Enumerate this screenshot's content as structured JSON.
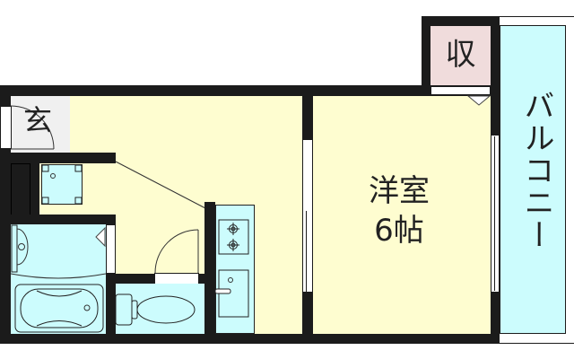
{
  "floorplan": {
    "rooms": {
      "western_room": {
        "label_line1": "洋室",
        "label_line2": "6帖",
        "size_jo": 6
      },
      "storage": {
        "label": "収"
      },
      "entrance": {
        "label": "玄"
      },
      "balcony": {
        "label": "バルコニー"
      },
      "kitchen": {
        "label": ""
      },
      "bathroom": {
        "label": ""
      },
      "toilet": {
        "label": ""
      },
      "washroom": {
        "label": ""
      }
    },
    "colors": {
      "wall": "#1b1b1b",
      "room_floor": "#fefdd0",
      "wet_area": "#ccfcfd",
      "entrance_floor": "#f0f0f0",
      "storage_floor": "#f0dcdc",
      "window": "#ffffff"
    },
    "fixtures": [
      "washing-machine-pan",
      "bathtub",
      "wash-basin",
      "toilet",
      "two-burner-stove",
      "kitchen-sink"
    ]
  }
}
